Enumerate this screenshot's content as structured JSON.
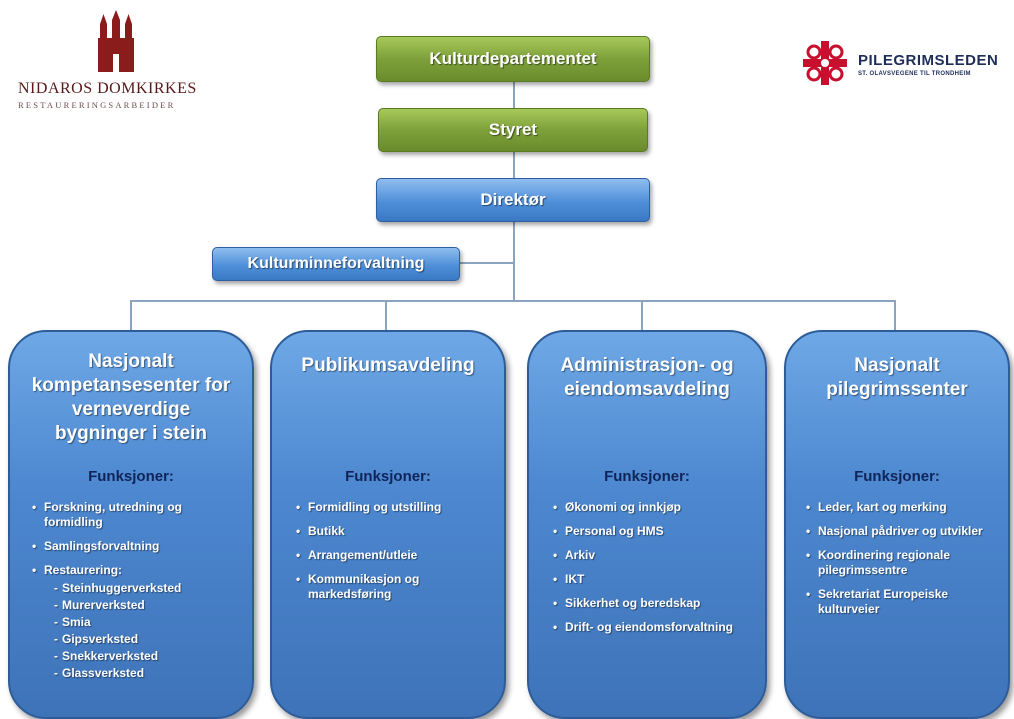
{
  "logos": {
    "left_title": "NIDAROS DOMKIRKES",
    "left_sub": "RESTAURERINGSARBEIDER",
    "right_title": "PILEGRIMSLEDEN",
    "right_sub": "ST. OLAVSVEGENE TIL TRONDHEIM"
  },
  "boxes": {
    "kulturdepartementet": "Kulturdepartementet",
    "styret": "Styret",
    "direktor": "Direktør",
    "kulturminneforvaltning": "Kulturminneforvaltning"
  },
  "departments": [
    {
      "title": "Nasjonalt kompetansesenter for verneverdige bygninger i stein",
      "funksjoner": "Funksjoner:",
      "items": [
        "Forskning, utredning og formidling",
        "Samlingsforvaltning",
        "Restaurering:"
      ],
      "subitems": [
        "Steinhuggerverksted",
        "Murerverksted",
        "Smia",
        "Gipsverksted",
        "Snekkerverksted",
        "Glassverksted"
      ]
    },
    {
      "title": "Publikumsavdeling",
      "funksjoner": "Funksjoner:",
      "items": [
        "Formidling og utstilling",
        "Butikk",
        "Arrangement/utleie",
        "Kommunikasjon og markedsføring"
      ]
    },
    {
      "title": "Administrasjon- og eiendomsavdeling",
      "funksjoner": "Funksjoner:",
      "items": [
        "Økonomi og innkjøp",
        "Personal og HMS",
        "Arkiv",
        "IKT",
        "Sikkerhet og beredskap",
        "Drift- og eiendomsforvaltning"
      ]
    },
    {
      "title": "Nasjonalt pilegrimssenter",
      "funksjoner": "Funksjoner:",
      "items": [
        "Leder, kart og merking",
        "Nasjonal pådriver og utvikler",
        "Koordinering regionale pilegrimssentre",
        "Sekretariat Europeiske kulturveier"
      ]
    }
  ]
}
